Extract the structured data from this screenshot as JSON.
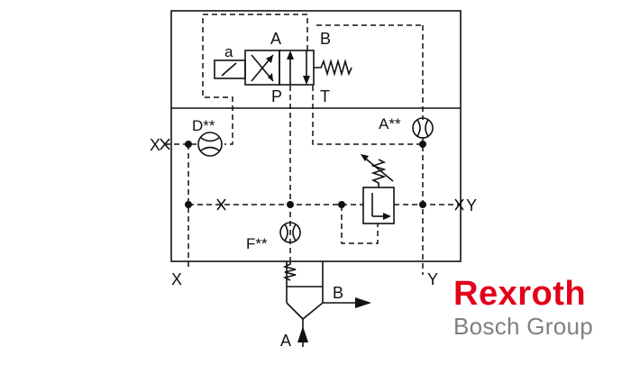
{
  "diagram": {
    "labels": {
      "solenoid": "a",
      "port_a_top": "A",
      "port_b_top": "B",
      "port_p": "P",
      "port_t": "T",
      "orifice_d": "D**",
      "orifice_a": "A**",
      "orifice_f": "F**",
      "port_x_left": "X",
      "port_y_right": "Y",
      "port_x_bottom": "X",
      "port_y_bottom": "Y",
      "port_b_main": "B",
      "port_a_main": "A",
      "cross_mark": "x"
    }
  },
  "logo": {
    "brand": "Rexroth",
    "subtitle": "Bosch Group",
    "brand_color": "#e2001a",
    "subtitle_color": "#808080"
  }
}
